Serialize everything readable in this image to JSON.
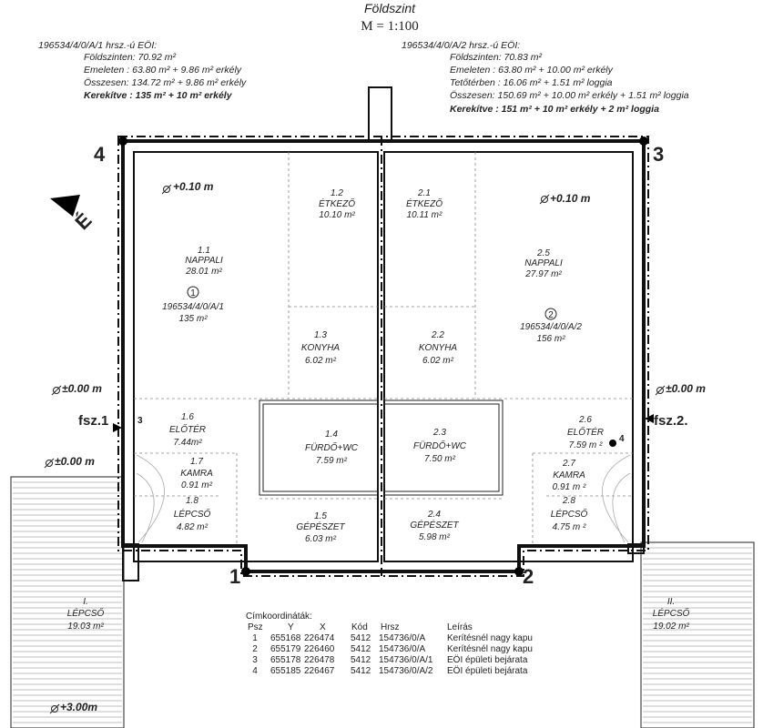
{
  "header": {
    "title": "Földszint",
    "scale": "M = 1:100"
  },
  "info_left": {
    "line1": "196534/4/0/A/1 hrsz.-ú EÖI:",
    "line2": "Földszinten: 70.92 m²",
    "line3": "Emeleten :   63.80 m²  + 9.86 m² erkély",
    "line4": "Összesen:   134.72 m² + 9.86 m² erkély",
    "line5": "Kerekítve : 135 m² + 10 m² erkély"
  },
  "info_right": {
    "line1": "196534/4/0/A/2 hrsz.-ú EÖI:",
    "line2": "Földszinten: 70.83 m²",
    "line3": "Emeleten :    63.80 m² + 10.00 m² erkély",
    "line4": "Tetőtérben :   16.06 m² +   1.51 m² loggia",
    "line5": "Összesen:   150.69 m² + 10.00 m²  erkély + 1.51 m² loggia",
    "line6": "Kerekítve :  151 m² + 10 m² erkély + 2 m² loggia"
  },
  "corners": {
    "c1": "1",
    "c2": "2",
    "c3": "3",
    "c4": "4"
  },
  "north_label": "É",
  "levels": {
    "l_top_left": "+0.10 m",
    "l_top_right": "+0.10 m",
    "l_mid_left": "±0.00 m",
    "l_mid_right": "±0.00 m",
    "l_low_left": "±0.00 m",
    "l_bottom": "+3.00m"
  },
  "entrances": {
    "fsz1": "fsz.1",
    "fsz2": "fsz.2.",
    "m3": "3",
    "m4": "4"
  },
  "rooms": {
    "r11": {
      "num": "1.1",
      "name": "NAPPALI",
      "area": "28.01 m²"
    },
    "r12": {
      "num": "1.2",
      "name": "ÉTKEZŐ",
      "area": "10.10 m²"
    },
    "r13": {
      "num": "1.3",
      "name": "KONYHA",
      "area": "6.02 m²"
    },
    "r14": {
      "num": "1.4",
      "name": "FÜRDŐ+WC",
      "area": "7.59 m²"
    },
    "r15": {
      "num": "1.5",
      "name": "GÉPÉSZET",
      "area": "6.03 m²"
    },
    "r16": {
      "num": "1.6",
      "name": "ELŐTÉR",
      "area": "7.44m²"
    },
    "r17": {
      "num": "1.7",
      "name": "KAMRA",
      "area": "0.91 m²"
    },
    "r18": {
      "num": "1.8",
      "name": "LÉPCSŐ",
      "area": "4.82 m²"
    },
    "r21": {
      "num": "2.1",
      "name": "ÉTKEZŐ",
      "area": "10.11 m²"
    },
    "r22": {
      "num": "2.2",
      "name": "KONYHA",
      "area": "6.02 m²"
    },
    "r23": {
      "num": "2.3",
      "name": "FÜRDŐ+WC",
      "area": "7.50 m²"
    },
    "r24": {
      "num": "2.4",
      "name": "GÉPÉSZET",
      "area": "5.98 m²"
    },
    "r25": {
      "num": "2.5",
      "name": "NAPPALI",
      "area": "27.97 m²"
    },
    "r26": {
      "num": "2.6",
      "name": "ELŐTÉR",
      "area": "7.59 m ²"
    },
    "r27": {
      "num": "2.7",
      "name": "KAMRA",
      "area": "0.91 m ²"
    },
    "r28": {
      "num": "2.8",
      "name": "LÉPCSŐ",
      "area": "4.75 m ²"
    }
  },
  "units": {
    "u1": {
      "marker": "1",
      "id": "196534/4/0/A/1",
      "area": "135 m²"
    },
    "u2": {
      "marker": "2",
      "id": "196534/4/0/A/2",
      "area": "156 m²"
    }
  },
  "stairs_outside": {
    "left": {
      "num": "I.",
      "name": "LÉPCSŐ",
      "area": "19.03 m²"
    },
    "right": {
      "num": "II.",
      "name": "LÉPCSŐ",
      "area": "19.02 m²"
    }
  },
  "coords_table": {
    "title": "Címkoordináták:",
    "headers": [
      "Psz",
      "Y",
      "X",
      "Kód",
      "Hrsz",
      "Leírás"
    ],
    "rows": [
      [
        "1",
        "655168",
        "226474",
        "5412",
        "154736/0/A",
        "Kerítésnél nagy kapu"
      ],
      [
        "2",
        "655179",
        "226460",
        "5412",
        "154736/0/A",
        "Kerítésnél nagy kapu"
      ],
      [
        "3",
        "655178",
        "226478",
        "5412",
        "154736/0/A/1",
        "EÖI épületi bejárata"
      ],
      [
        "4",
        "655185",
        "226467",
        "5412",
        "154736/0/A/2",
        "EÖI épületi bejárata"
      ]
    ]
  }
}
